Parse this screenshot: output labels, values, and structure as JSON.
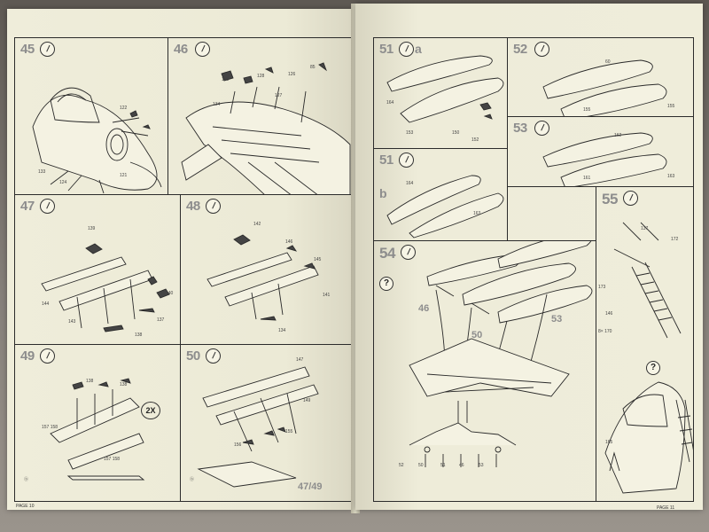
{
  "left_page": {
    "page_label": "PAGE 10",
    "steps": [
      {
        "number": "45"
      },
      {
        "number": "46"
      },
      {
        "number": "47"
      },
      {
        "number": "48"
      },
      {
        "number": "49",
        "multiplier": "2X"
      },
      {
        "number": "50",
        "callout": "47/49"
      }
    ]
  },
  "right_page": {
    "page_label": "PAGE 11",
    "steps": [
      {
        "number": "51",
        "variant": "a"
      },
      {
        "number": "52"
      },
      {
        "number": "53"
      },
      {
        "number": "51",
        "variant": "b"
      },
      {
        "number": "54",
        "callouts": [
          "51b",
          "52",
          "51a",
          "46",
          "50",
          "53"
        ],
        "question": "?"
      },
      {
        "number": "55",
        "question": "?"
      }
    ]
  },
  "icons": {
    "glue": "glue-tube-icon",
    "question": "question-icon"
  }
}
